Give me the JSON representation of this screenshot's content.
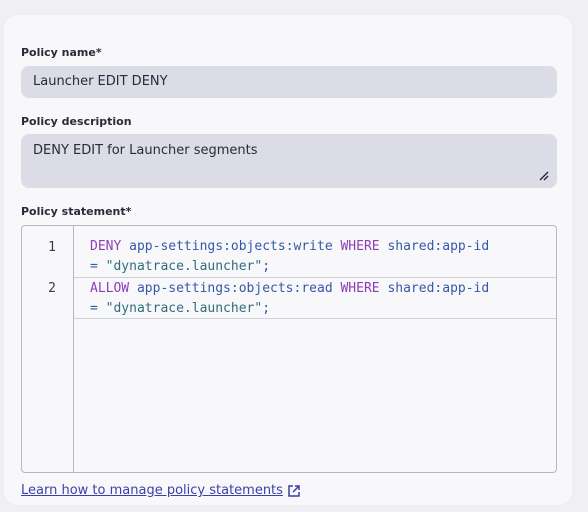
{
  "form": {
    "policy_name_label": "Policy name*",
    "policy_name_value": "Launcher EDIT DENY",
    "policy_description_label": "Policy description",
    "policy_description_value": "DENY EDIT for Launcher segments",
    "policy_statement_label": "Policy statement*"
  },
  "editor": {
    "lines": [
      {
        "number": "1",
        "tokens": {
          "kw1": "DENY",
          "sp1": " ",
          "resource": "app-settings",
          "c1": ":",
          "object": "objects",
          "c2": ":",
          "action": "write",
          "sp2": " ",
          "kw2": "WHERE",
          "sp3": " ",
          "cond": "shared",
          "c3": ":",
          "key": "app-id",
          "eq": "= ",
          "str": "\"dynatrace.launcher\"",
          "semi": ";"
        }
      },
      {
        "number": "2",
        "tokens": {
          "kw1": "ALLOW",
          "sp1": " ",
          "resource": "app-settings",
          "c1": ":",
          "object": "objects",
          "c2": ":",
          "action": "read",
          "sp2": " ",
          "kw2": "WHERE",
          "sp3": " ",
          "cond": "shared",
          "c3": ":",
          "key": "app-id",
          "eq": "= ",
          "str": "\"dynatrace.launcher\"",
          "semi": ";"
        }
      }
    ]
  },
  "help_link": {
    "label": "Learn how to manage policy statements",
    "icon": "external-link-icon"
  }
}
